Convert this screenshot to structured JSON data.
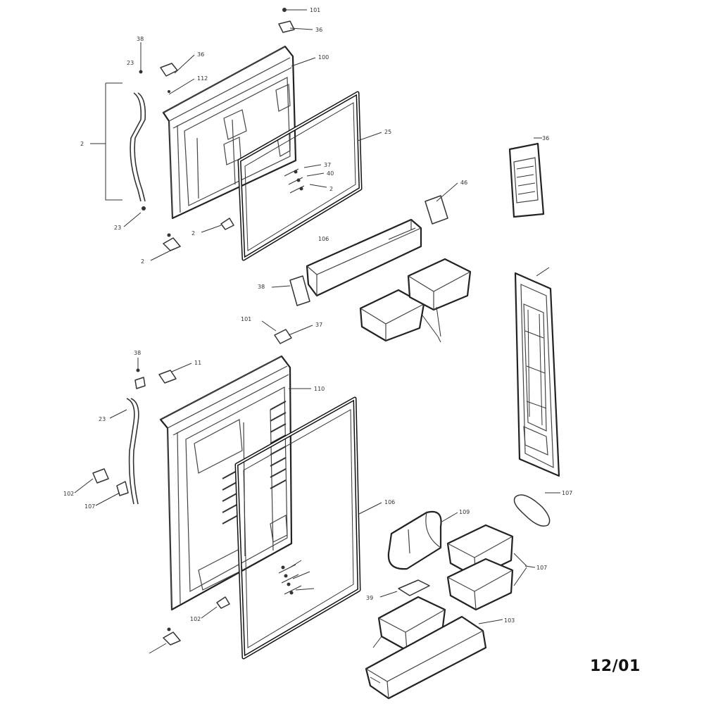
{
  "date_code": "12/01",
  "callout_labels": [
    "101",
    "36",
    "36",
    "38",
    "23",
    "112",
    "100",
    "2",
    "25",
    "37",
    "40",
    "2",
    "23",
    "2",
    "46",
    "106",
    "2",
    "38",
    "101",
    "37",
    "36",
    "38",
    "11",
    "23",
    "110",
    "102",
    "107",
    "106",
    "109",
    "107",
    "107",
    "39",
    "102",
    "103"
  ]
}
